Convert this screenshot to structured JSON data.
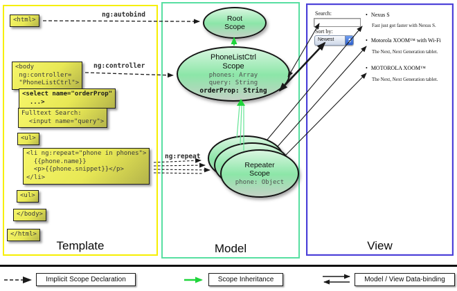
{
  "columns": {
    "template": {
      "label": "Template"
    },
    "model": {
      "label": "Model"
    },
    "view": {
      "label": "View"
    }
  },
  "template_code": {
    "html_open": "<html>",
    "body_open": "<body\n ng:controller=\n \"PhoneListCtrl\">",
    "select": "<select name=\"orderProp\"\n  ...>",
    "fulltext": "Fulltext Search:\n  <input name=\"query\">",
    "ul_open": "<ul>",
    "li": "<li ng:repeat=\"phone in phones\">\n  {{phone.name}}\n  <p>{{phone.snippet}}</p>\n</li>",
    "ul_close": "<ul>",
    "body_close": "</body>",
    "html_close": "</html>"
  },
  "arrow_labels": {
    "autobind": "ng:autobind",
    "controller": "ng:controller",
    "repeat": "ng:repeat"
  },
  "scopes": {
    "root": {
      "title": "Root\nScope"
    },
    "phonelist": {
      "title": "PhoneListCtrl\nScope",
      "props_text": "phones: Array\nquery: String",
      "bold_prop": "orderProp: String"
    },
    "repeater": {
      "title": "Repeater\nScope",
      "prop": "phone: Object"
    }
  },
  "view": {
    "search_label": "Search:",
    "search_value": "",
    "sort_label": "Sort by:",
    "sort_value": "Newest",
    "bullet": "•",
    "items": [
      {
        "title": "Nexus S",
        "desc": "Fast just got faster with Nexus S."
      },
      {
        "title": "Motorola XOOM™  with Wi-Fi",
        "desc": "The Next, Next Generation tablet."
      },
      {
        "title": "MOTOROLA XOOM™",
        "desc": "The Next, Next Generation tablet."
      }
    ]
  },
  "legend": [
    {
      "label": "Implicit Scope Declaration"
    },
    {
      "label": "Scope Inheritance"
    },
    {
      "label": "Model / View Data-binding"
    }
  ],
  "colors": {
    "template_border": "#f6ef00",
    "model_border": "#57dfa1",
    "view_border": "#4b3fd8",
    "codebox_top": "#f6f66a",
    "codebox_bottom": "#b4b44a",
    "ellipse_light": "#d9f6e0",
    "ellipse_mid": "#8ce6a8",
    "ellipse_low": "#c3d2c5",
    "green_arrow": "#1fd53b",
    "green_line": "#63e494",
    "view_select_blue": "#6f9ef0",
    "arrow_black": "#1a1a1a"
  }
}
